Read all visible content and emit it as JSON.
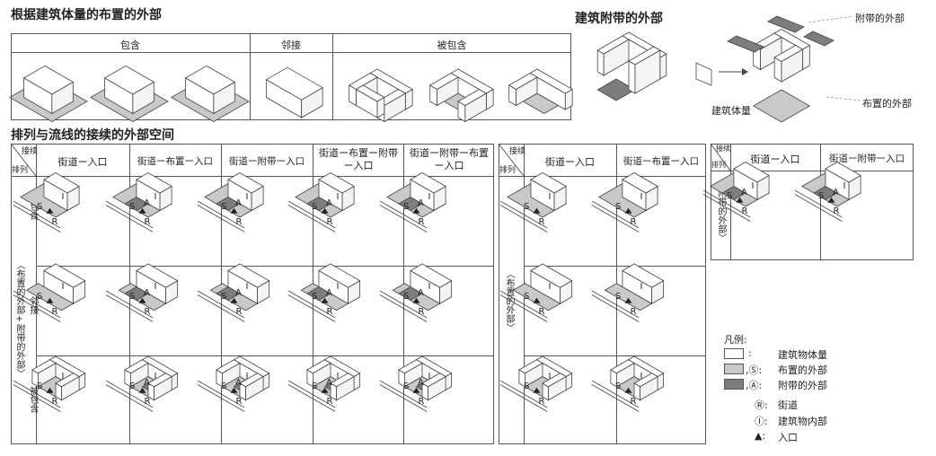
{
  "section1": {
    "title": "根据建筑体量的布置的外部",
    "headers": [
      "包含",
      "邻接",
      "被包含"
    ]
  },
  "section2": {
    "title": "建筑附带的外部",
    "callout_attached": "附带的外部",
    "callout_volume": "建筑体量",
    "callout_arranged": "布置的外部"
  },
  "section3": {
    "title": "排列与流线的接续的外部空间",
    "corner_top": "接续",
    "corner_bottom": "排列",
    "t1_columns": [
      "街道ー入口",
      "街道ー布置ー入口",
      "街道ー附带ー入口",
      "街道ー布置ー附带ー入口",
      "街道ー附带ー布置ー入口"
    ],
    "t1_side_label": "〈布置的外部+附带的外部〉",
    "t1_rows": [
      "包含",
      "邻接",
      "被包含"
    ],
    "t2_columns": [
      "街道ー入口",
      "街道ー布置ー入口"
    ],
    "t2_side_label": "〈布置的外部〉",
    "t3_columns": [
      "街道ー入口",
      "街道ー附带ー入口"
    ],
    "t3_side_label": "〈附带的外部〉"
  },
  "legend": {
    "title": "凡例:",
    "items": [
      {
        "marker": ":",
        "text": "建筑物体量"
      },
      {
        "marker": ",Ⓢ:",
        "text": "布置的外部"
      },
      {
        "marker": ",Ⓐ:",
        "text": "附带的外部"
      },
      {
        "marker": "Ⓡ:",
        "text": "街道"
      },
      {
        "marker": "Ⓘ:",
        "text": "建筑物内部"
      },
      {
        "marker": "▲:",
        "text": "入口"
      }
    ]
  },
  "diagram_letters": {
    "S": "S",
    "A": "A",
    "I": "I",
    "R": "R"
  },
  "colors": {
    "light": "#c9c9c9",
    "dark": "#7d7d7d",
    "line": "#444444"
  }
}
